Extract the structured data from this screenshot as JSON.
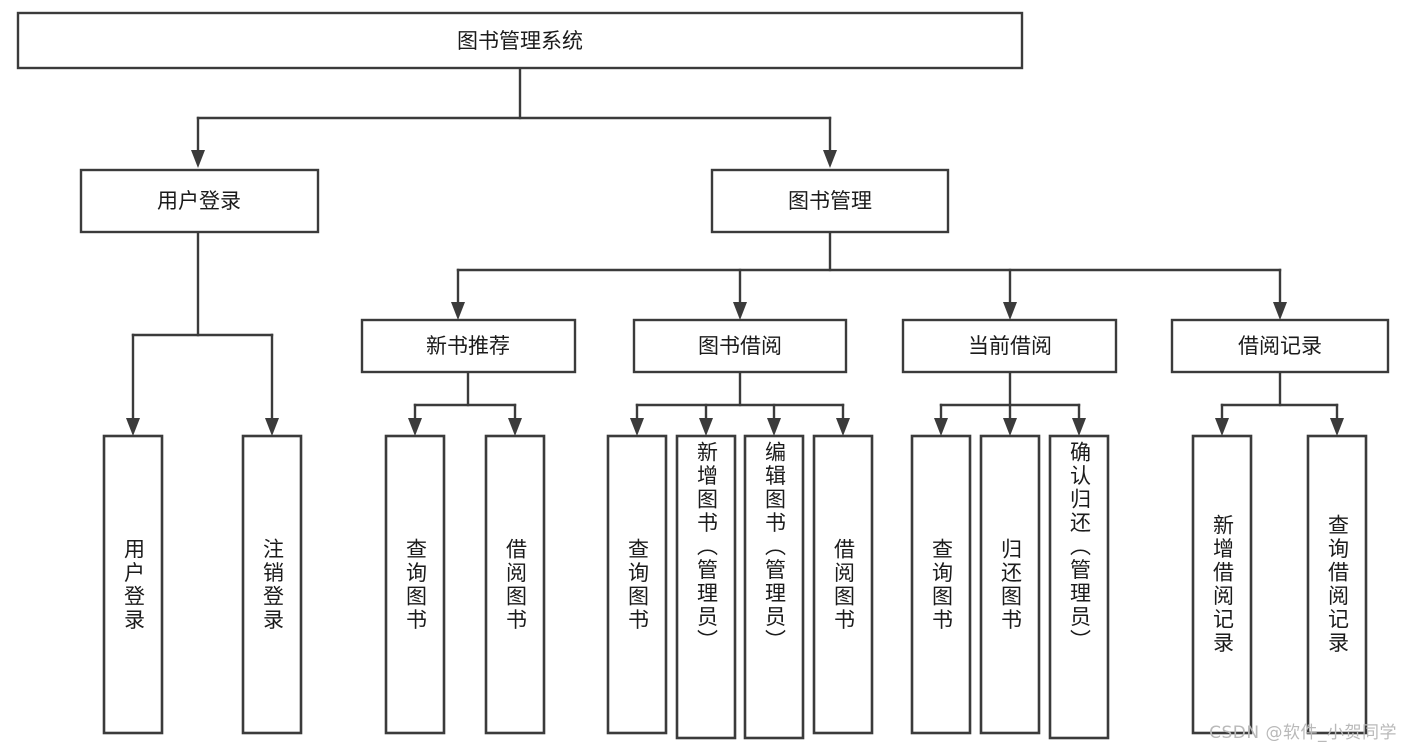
{
  "diagram": {
    "type": "tree",
    "title": "图书管理系统",
    "watermark": "CSDN @软件_小贺同学",
    "root": {
      "label": "图书管理系统"
    },
    "level1": [
      {
        "label": "用户登录"
      },
      {
        "label": "图书管理"
      }
    ],
    "level2": [
      {
        "label": "新书推荐"
      },
      {
        "label": "图书借阅"
      },
      {
        "label": "当前借阅"
      },
      {
        "label": "借阅记录"
      }
    ],
    "leaves": {
      "user_login": [
        {
          "label": "用户登录"
        },
        {
          "label": "注销登录"
        }
      ],
      "new_book_recommend": [
        {
          "label": "查询图书"
        },
        {
          "label": "借阅图书"
        }
      ],
      "book_borrow": [
        {
          "label": "查询图书"
        },
        {
          "label": "新增图书（管理员）"
        },
        {
          "label": "编辑图书（管理员）"
        },
        {
          "label": "借阅图书"
        }
      ],
      "current_borrow": [
        {
          "label": "查询图书"
        },
        {
          "label": "归还图书"
        },
        {
          "label": "确认归还（管理员）"
        }
      ],
      "borrow_record": [
        {
          "label": "新增借阅记录"
        },
        {
          "label": "查询借阅记录"
        }
      ]
    },
    "colors": {
      "box_fill": "#ffffff",
      "box_stroke": "#3b3b3b",
      "text": "#1b1b1b",
      "watermark": "#b9b9b9"
    }
  }
}
